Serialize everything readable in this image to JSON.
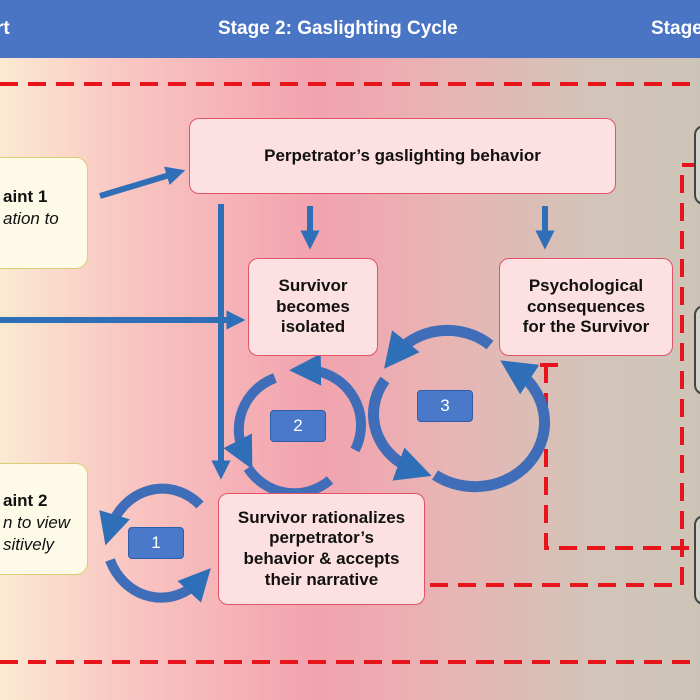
{
  "header": {
    "left_label": "rt",
    "center_label": "Stage 2: Gaslighting Cycle",
    "right_label": "Stage"
  },
  "constraints": [
    {
      "title": "aint 1",
      "subtitle": "ation to"
    },
    {
      "title": "aint 2",
      "subtitle_lines": [
        "n to view",
        "sitively"
      ]
    }
  ],
  "boxes": {
    "perpetrator_behavior": "Perpetrator’s gaslighting behavior",
    "survivor_isolated_lines": [
      "Survivor",
      "becomes",
      "isolated"
    ],
    "psych_consequences_lines": [
      "Psychological",
      "consequences",
      "for the Survivor"
    ],
    "survivor_rationalizes_lines": [
      "Survivor rationalizes",
      "perpetrator’s",
      "behavior & accepts",
      "their narrative"
    ]
  },
  "cycles": [
    {
      "label": "1"
    },
    {
      "label": "2"
    },
    {
      "label": "3"
    }
  ],
  "colors": {
    "header": "#4a74c4",
    "arrow_blue": "#2e6fb8",
    "cycle_blue": "#3f6db8",
    "dashed_red": "#e8141c",
    "box_fill": "#fde0e2",
    "box_border": "#e05466"
  }
}
